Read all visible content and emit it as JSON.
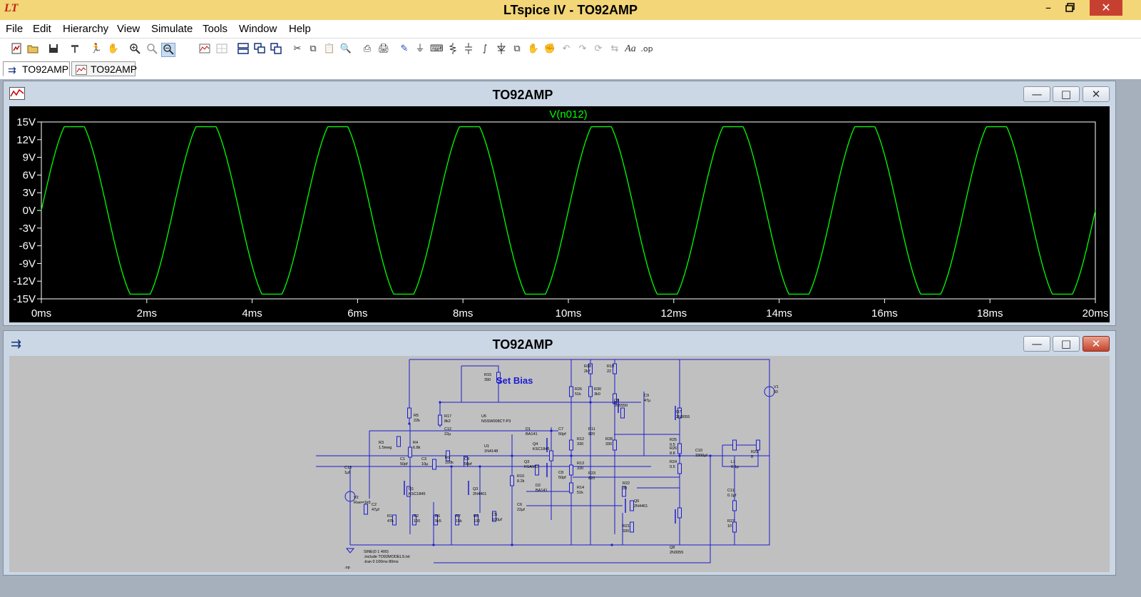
{
  "app": {
    "title": "LTspice IV - TO92AMP",
    "logo_text": "LT"
  },
  "menu": [
    "File",
    "Edit",
    "Hierarchy",
    "View",
    "Simulate",
    "Tools",
    "Window",
    "Help"
  ],
  "toolbar": {
    "icons": [
      "new-schematic-icon",
      "open-icon",
      "save-icon",
      "control-panel-icon",
      "run-icon",
      "halt-icon",
      "zoom-in-icon",
      "zoom-out-icon",
      "zoom-fit-icon",
      "autorange-icon",
      "grid-icon",
      "tile-horizontal-icon",
      "cascade-icon",
      "tile-vertical-icon",
      "cut-icon",
      "copy-icon",
      "paste-icon",
      "find-icon",
      "print-setup-icon",
      "print-icon",
      "wire-icon",
      "ground-icon",
      "label-net-icon",
      "resistor-icon",
      "capacitor-icon",
      "inductor-icon",
      "diode-icon",
      "component-icon",
      "move-icon",
      "drag-icon",
      "undo-icon",
      "redo-icon",
      "rotate-icon",
      "mirror-icon",
      "text-icon",
      "spice-directive-icon"
    ],
    "text_icon_label": "Aa",
    "spice_label": ".op"
  },
  "tabs": [
    {
      "label": "TO92AMP",
      "icon": "schematic-icon",
      "active": true
    },
    {
      "label": "TO92AMP",
      "icon": "waveform-icon",
      "active": false
    }
  ],
  "waveform_window": {
    "title": "TO92AMP",
    "trace_color": "#00ff00"
  },
  "schematic_window": {
    "title": "TO92AMP",
    "wire_color": "#1c1cd0",
    "heading": "Set Bias",
    "directives": [
      "SINE(0 1 400)",
      ".include TO92MODELS.txt",
      ".tran 0 100ms 80ms"
    ],
    "op_label": ".op",
    "parts": [
      {
        "ref": "R15",
        "val": "390"
      },
      {
        "ref": "R18",
        "val": "2k7"
      },
      {
        "ref": "R19",
        "val": "22"
      },
      {
        "ref": "R26",
        "val": "51k"
      },
      {
        "ref": "R30",
        "val": "3k0"
      },
      {
        "ref": "Q5",
        "val": "2N5550"
      },
      {
        "ref": "C9",
        "val": "47µ"
      },
      {
        "ref": "V1",
        "val": "50"
      },
      {
        "ref": "R5",
        "val": "22k"
      },
      {
        "ref": "R17",
        "val": "8k2"
      },
      {
        "ref": "U5",
        "val": "NSSW008CT-P3"
      },
      {
        "ref": "Q7",
        "val": "2N3055"
      },
      {
        "ref": "C12",
        "val": "22µ"
      },
      {
        "ref": "D1",
        "val": "BA141"
      },
      {
        "ref": "C7",
        "val": "50pf"
      },
      {
        "ref": "R11",
        "val": "820"
      },
      {
        "ref": "R3",
        "val": "1.5meg"
      },
      {
        "ref": "R4",
        "val": "6.8k"
      },
      {
        "ref": "U1",
        "val": "1N4148"
      },
      {
        "ref": "Q4",
        "val": "KSC1845"
      },
      {
        "ref": "R12",
        "val": "330"
      },
      {
        "ref": "R28",
        "val": "330"
      },
      {
        "ref": "R25",
        "val": "0.5"
      },
      {
        "ref": "R26",
        "val": "8.8"
      },
      {
        "ref": "C1",
        "val": "50pf"
      },
      {
        "ref": "C3",
        "val": "10µ"
      },
      {
        "ref": "R9",
        "val": "100k"
      },
      {
        "ref": "C4",
        "val": "50pf"
      },
      {
        "ref": "C10",
        "val": "3300µf"
      },
      {
        "ref": "R29",
        "val": "8"
      },
      {
        "ref": "C13",
        "val": "1µf"
      },
      {
        "ref": "Q3",
        "val": "KSA992"
      },
      {
        "ref": "R13",
        "val": "330"
      },
      {
        "ref": "R23",
        "val": "820"
      },
      {
        "ref": "R24",
        "val": "0.5"
      },
      {
        "ref": "L1",
        "val": "0.1µ"
      },
      {
        "ref": "V2",
        "val": "Rser=1k5"
      },
      {
        "ref": "Q1",
        "val": "KSC1845"
      },
      {
        "ref": "Q3",
        "val": "2N4401"
      },
      {
        "ref": "R10",
        "val": "8.2k"
      },
      {
        "ref": "C8",
        "val": "50pf"
      },
      {
        "ref": "R14",
        "val": "51k"
      },
      {
        "ref": "D2",
        "val": "BA141"
      },
      {
        "ref": "R22",
        "val": "39"
      },
      {
        "ref": "C11",
        "val": "0.1µf"
      },
      {
        "ref": "C2",
        "val": "47µf"
      },
      {
        "ref": "C6",
        "val": "22µf"
      },
      {
        "ref": "Q6",
        "val": "2N4401"
      },
      {
        "ref": "R1",
        "val": "47k"
      },
      {
        "ref": "R2",
        "val": "100"
      },
      {
        "ref": "R6",
        "val": "9k5"
      },
      {
        "ref": "R7",
        "val": "15k"
      },
      {
        "ref": "R8",
        "val": "100"
      },
      {
        "ref": "C5",
        "val": "100µf"
      },
      {
        "ref": "R27",
        "val": "10"
      },
      {
        "ref": "R21",
        "val": "330"
      },
      {
        "ref": "Q8",
        "val": "2N3055"
      }
    ]
  },
  "chart_data": {
    "type": "line",
    "title": "V(n012)",
    "series": [
      {
        "name": "V(n012)",
        "x_ms": [
          0,
          20
        ],
        "shape": "sine",
        "frequency_hz": 400,
        "amplitude_v": 16,
        "clip_v": 14.2
      }
    ],
    "x_ticks": [
      "0ms",
      "2ms",
      "4ms",
      "6ms",
      "8ms",
      "10ms",
      "12ms",
      "14ms",
      "16ms",
      "18ms",
      "20ms"
    ],
    "y_ticks": [
      "15V",
      "12V",
      "9V",
      "6V",
      "3V",
      "0V",
      "-3V",
      "-6V",
      "-9V",
      "-12V",
      "-15V"
    ],
    "xlim_ms": [
      0,
      20
    ],
    "ylim_v": [
      -15,
      15
    ],
    "grid": false
  }
}
